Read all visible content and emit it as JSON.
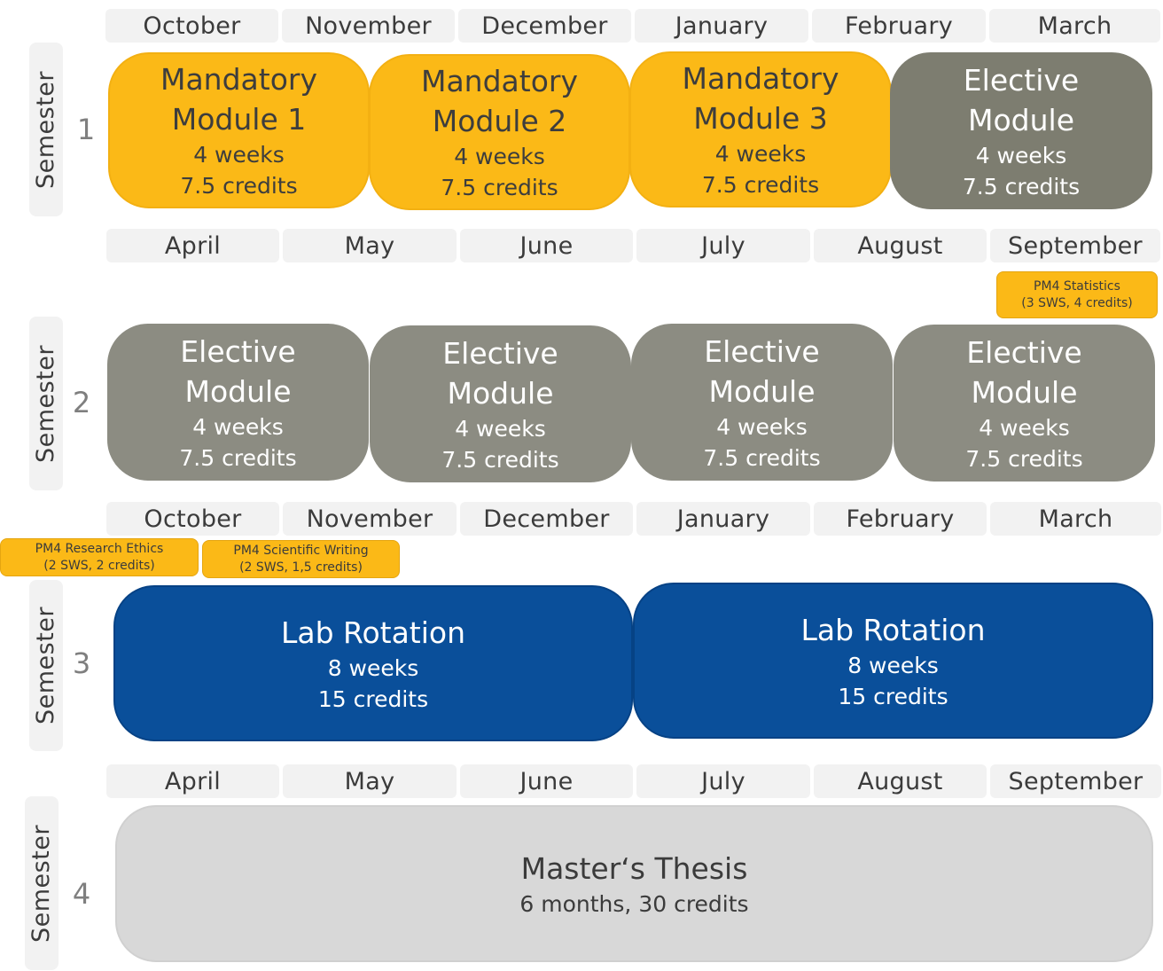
{
  "semester_word": "Semester",
  "semesters": [
    {
      "number": "1",
      "months": [
        "October",
        "November",
        "December",
        "January",
        "February",
        "March"
      ]
    },
    {
      "number": "2",
      "months": [
        "April",
        "May",
        "June",
        "July",
        "August",
        "September"
      ]
    },
    {
      "number": "3",
      "months": [
        "October",
        "November",
        "December",
        "January",
        "February",
        "March"
      ]
    },
    {
      "number": "4",
      "months": [
        "April",
        "May",
        "June",
        "July",
        "August",
        "September"
      ]
    }
  ],
  "modules": {
    "s1": [
      {
        "title1": "Mandatory",
        "title2": "Module 1",
        "duration": "4 weeks",
        "credits": "7.5 credits"
      },
      {
        "title1": "Mandatory",
        "title2": "Module 2",
        "duration": "4 weeks",
        "credits": "7.5 credits"
      },
      {
        "title1": "Mandatory",
        "title2": "Module 3",
        "duration": "4 weeks",
        "credits": "7.5 credits"
      },
      {
        "title1": "Elective",
        "title2": "Module",
        "duration": "4 weeks",
        "credits": "7.5 credits"
      }
    ],
    "s2": [
      {
        "title1": "Elective",
        "title2": "Module",
        "duration": "4 weeks",
        "credits": "7.5 credits"
      },
      {
        "title1": "Elective",
        "title2": "Module",
        "duration": "4 weeks",
        "credits": "7.5 credits"
      },
      {
        "title1": "Elective",
        "title2": "Module",
        "duration": "4 weeks",
        "credits": "7.5 credits"
      },
      {
        "title1": "Elective",
        "title2": "Module",
        "duration": "4 weeks",
        "credits": "7.5 credits"
      }
    ],
    "s3": [
      {
        "title": "Lab Rotation",
        "duration": "8 weeks",
        "credits": "15 credits"
      },
      {
        "title": "Lab Rotation",
        "duration": "8 weeks",
        "credits": "15 credits"
      }
    ],
    "s4": {
      "title": "Master‘s Thesis",
      "details": "6 months, 30 credits"
    }
  },
  "pm4": {
    "statistics": {
      "line1": "PM4 Statistics",
      "line2": "(3 SWS, 4 credits)"
    },
    "research_ethics": {
      "line1": "PM4 Research Ethics",
      "line2": "(2 SWS, 2 credits)"
    },
    "scientific_writing": {
      "line1": "PM4 Scientific Writing",
      "line2": "(2 SWS, 1,5 credits)"
    }
  },
  "colors": {
    "mandatory": "#fbb917",
    "elective_s1": "#7d7d70",
    "elective_s2": "#8c8c82",
    "lab_rotation": "#0a4f9a",
    "thesis": "#d8d8d8",
    "month_bg": "#f2f2f2"
  }
}
